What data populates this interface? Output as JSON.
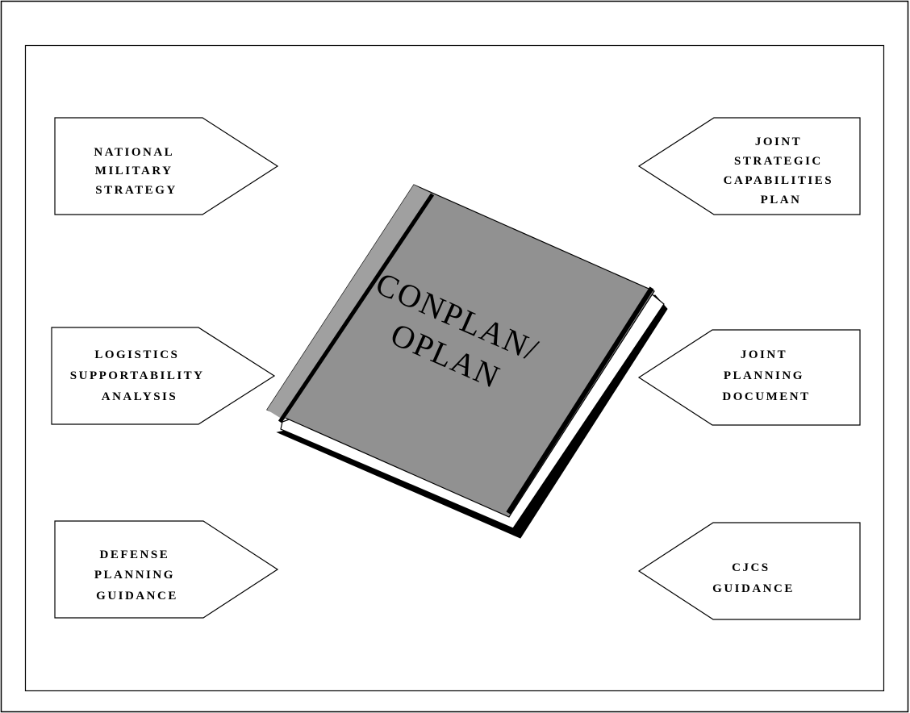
{
  "diagram": {
    "center": {
      "lines": [
        "CONPLAN/",
        "OPLAN"
      ],
      "cover_color": "#919191"
    },
    "inputs_left": [
      {
        "id": "national-military-strategy",
        "lines": [
          "NATIONAL",
          "MILITARY",
          "STRATEGY"
        ]
      },
      {
        "id": "logistics-supportability-analysis",
        "lines": [
          "LOGISTICS",
          "SUPPORTABILITY",
          "ANALYSIS"
        ]
      },
      {
        "id": "defense-planning-guidance",
        "lines": [
          "DEFENSE",
          "PLANNING",
          "GUIDANCE"
        ]
      }
    ],
    "inputs_right": [
      {
        "id": "joint-strategic-capabilities-plan",
        "lines": [
          "JOINT",
          "STRATEGIC",
          "CAPABILITIES",
          "PLAN"
        ]
      },
      {
        "id": "joint-planning-document",
        "lines": [
          "JOINT",
          "PLANNING",
          "DOCUMENT"
        ]
      },
      {
        "id": "cjcs-guidance",
        "lines": [
          "CJCS",
          "GUIDANCE"
        ]
      }
    ]
  }
}
